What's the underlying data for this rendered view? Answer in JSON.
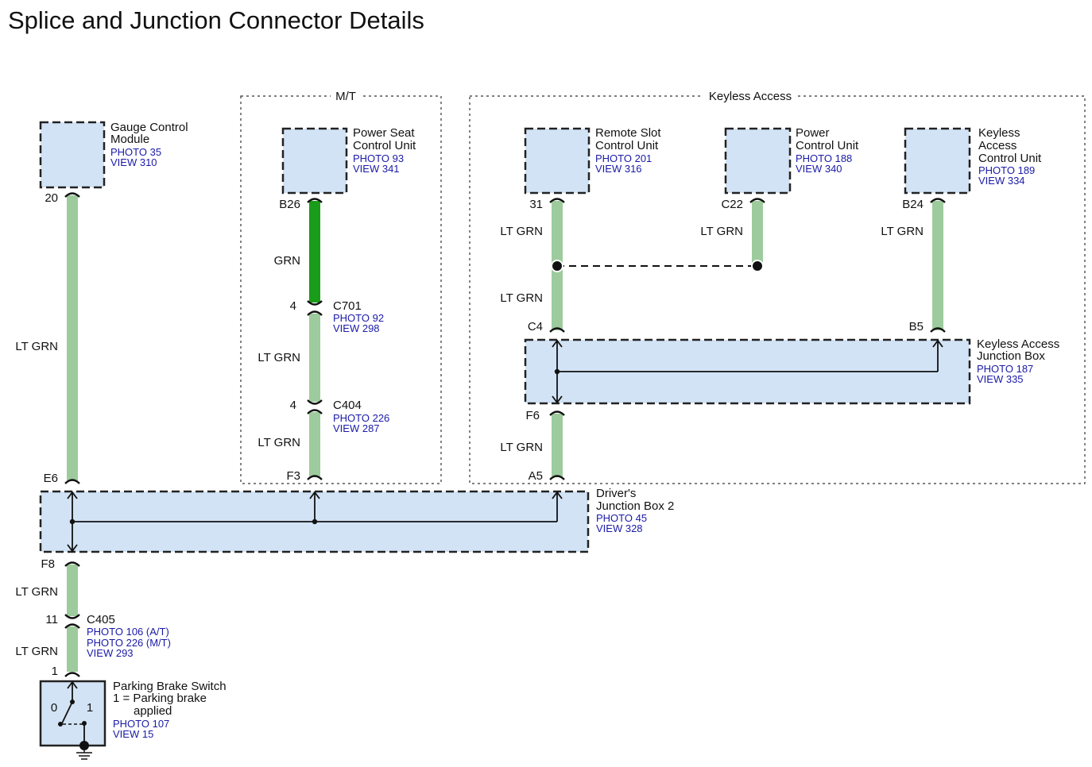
{
  "title": "Splice and Junction Connector Details",
  "groups": {
    "mt": "M/T",
    "keyless": "Keyless Access"
  },
  "components": {
    "gauge": {
      "name1": "Gauge Control",
      "name2": "Module",
      "photo": "PHOTO 35",
      "view": "VIEW 310"
    },
    "seat": {
      "name1": "Power Seat",
      "name2": "Control Unit",
      "photo": "PHOTO 93",
      "view": "VIEW 341"
    },
    "remote": {
      "name1": "Remote Slot",
      "name2": "Control Unit",
      "photo": "PHOTO 201",
      "view": "VIEW 316"
    },
    "power": {
      "name1": "Power",
      "name2": "Control Unit",
      "photo": "PHOTO 188",
      "view": "VIEW 340"
    },
    "kacu": {
      "name1": "Keyless",
      "name2": "Access",
      "name3": "Control Unit",
      "photo": "PHOTO 189",
      "view": "VIEW 334"
    },
    "kajb": {
      "name1": "Keyless Access",
      "name2": "Junction Box",
      "photo": "PHOTO 187",
      "view": "VIEW 335"
    },
    "djb": {
      "name1": "Driver's",
      "name2": "Junction Box 2",
      "photo": "PHOTO 45",
      "view": "VIEW 328"
    },
    "pbs": {
      "name1": "Parking Brake Switch",
      "name2": "1 = Parking brake",
      "name3": "applied",
      "photo": "PHOTO 107",
      "view": "VIEW 15",
      "pos0": "0",
      "pos1": "1"
    }
  },
  "connectors": {
    "c701": {
      "name": "C701",
      "photo": "PHOTO 92",
      "view": "VIEW 298"
    },
    "c404": {
      "name": "C404",
      "photo": "PHOTO 226",
      "view": "VIEW 287"
    },
    "c405": {
      "name": "C405",
      "photo1": "PHOTO 106 (A/T)",
      "photo2": "PHOTO 226 (M/T)",
      "view": "VIEW 293"
    }
  },
  "pins": {
    "gauge_20": "20",
    "seat_b26": "B26",
    "c701_4": "4",
    "c404_4": "4",
    "djb_f3": "F3",
    "djb_e6": "E6",
    "djb_f8": "F8",
    "djb_a5": "A5",
    "remote_31": "31",
    "power_c22": "C22",
    "kacu_b24": "B24",
    "kajb_c4": "C4",
    "kajb_b5": "B5",
    "kajb_f6": "F6",
    "c405_11": "11",
    "pbs_1": "1"
  },
  "wires": {
    "gauge_djb": "LT GRN",
    "seat_c701": "GRN",
    "c701_c404": "LT GRN",
    "c404_djb": "LT GRN",
    "remote_top": "LT GRN",
    "power_top": "LT GRN",
    "kacu_top": "LT GRN",
    "remote_kajb": "LT GRN",
    "kajb_djb": "LT GRN",
    "djb_c405": "LT GRN",
    "c405_pbs": "LT GRN"
  },
  "colors": {
    "wire_lt_grn": "#9dcb9d",
    "wire_grn": "#199c19",
    "component_fill": "#d2e3f5",
    "link_text": "#1a1aa8"
  }
}
